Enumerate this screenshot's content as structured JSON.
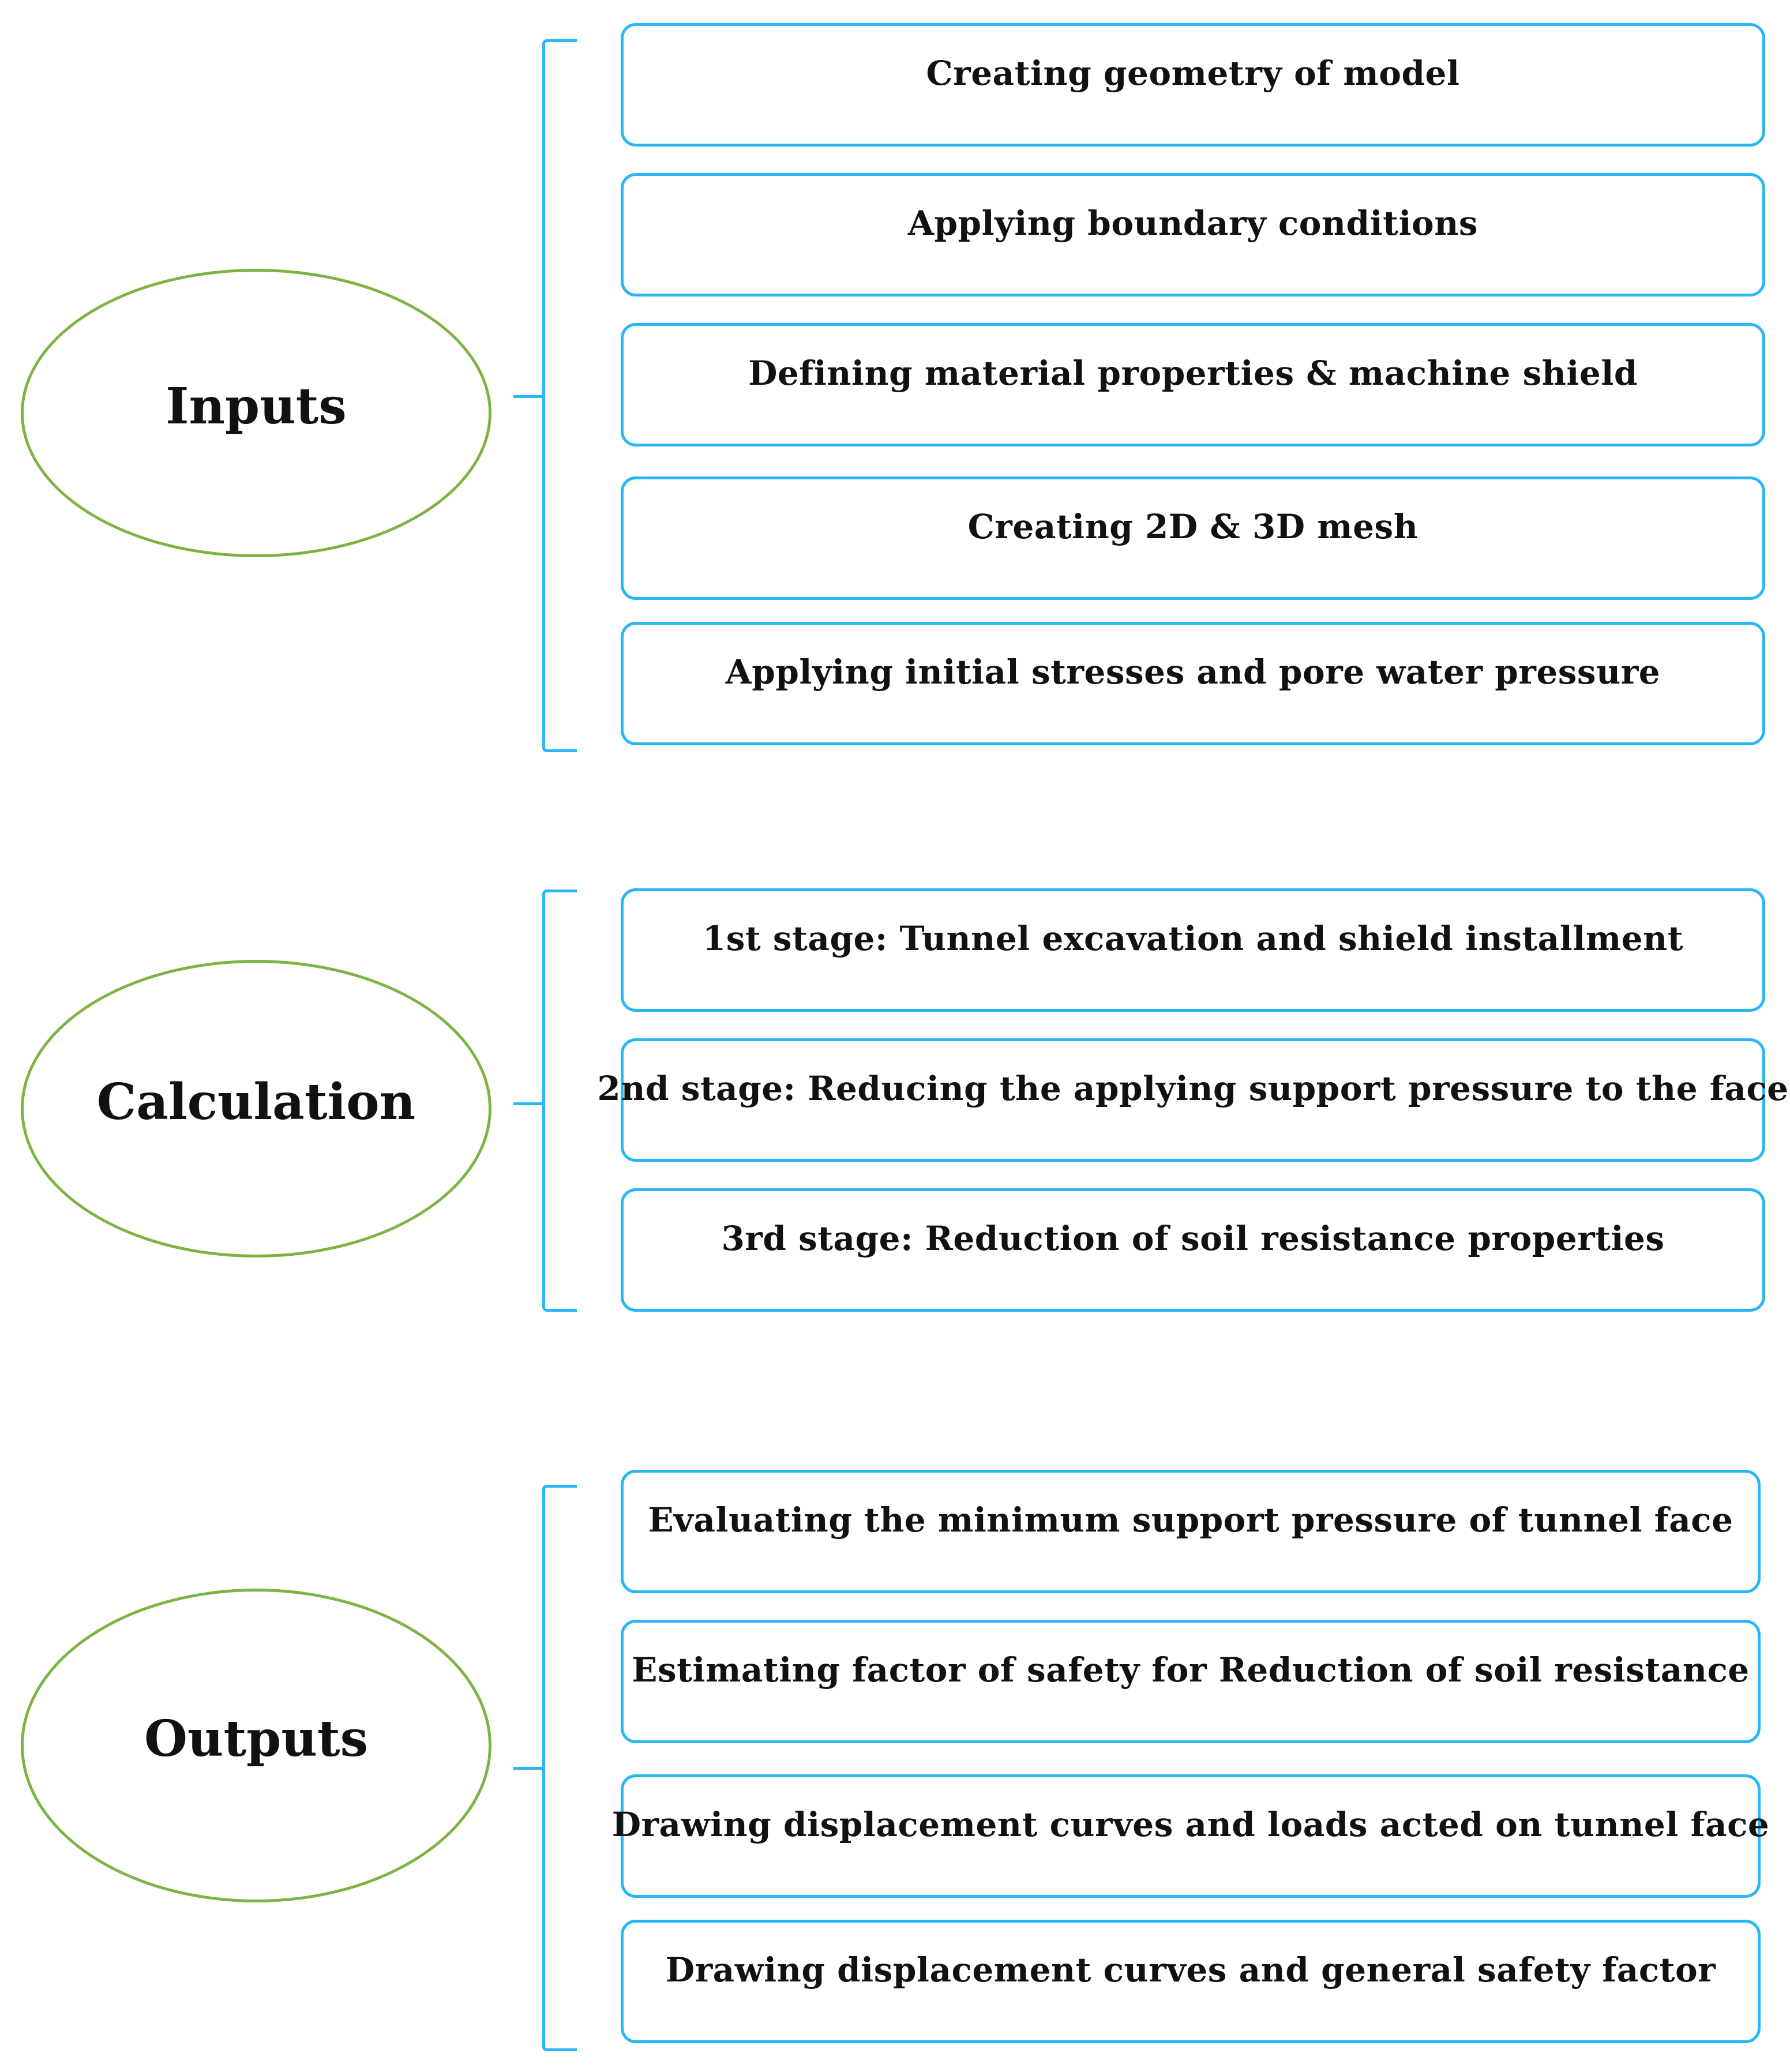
{
  "groups": [
    {
      "label": "Inputs",
      "steps": [
        "Creating geometry of model",
        "Applying boundary conditions",
        "Defining material properties & machine shield",
        "Creating 2D & 3D mesh",
        "Applying initial stresses and pore water pressure"
      ]
    },
    {
      "label": "Calculation",
      "steps": [
        "1st stage: Tunnel excavation and shield installment",
        "2nd stage: Reducing the applying support pressure to the face",
        "3rd stage: Reduction of soil resistance properties"
      ]
    },
    {
      "label": "Outputs",
      "steps": [
        "Evaluating the minimum support pressure of tunnel face",
        "Estimating factor of safety for Reduction of soil resistance",
        "Drawing displacement curves and loads acted on tunnel face",
        "Drawing displacement curves and general safety factor"
      ]
    }
  ],
  "colors": {
    "ellipse_border": "#7cb342",
    "box_border": "#29b6f6",
    "brace": "#29b6f6"
  }
}
